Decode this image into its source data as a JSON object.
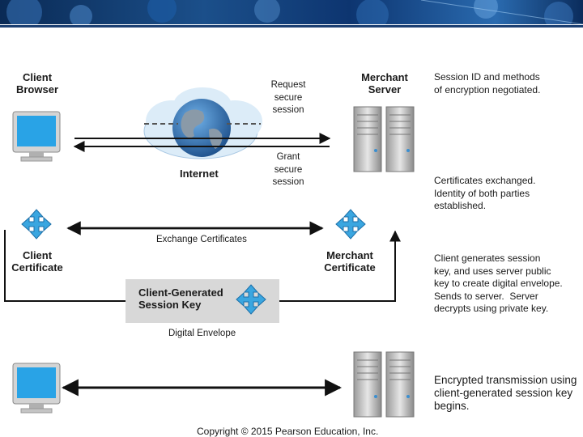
{
  "client_browser_label": "Client\nBrowser",
  "merchant_server_label": "Merchant\nServer",
  "internet_label": "Internet",
  "request_secure_session": "Request\nsecure\nsession",
  "grant_secure_session": "Grant\nsecure\nsession",
  "exchange_certificates": "Exchange Certificates",
  "client_certificate_label": "Client\nCertificate",
  "merchant_certificate_label": "Merchant\nCertificate",
  "session_key_label": "Client-Generated\nSession Key",
  "digital_envelope": "Digital Envelope",
  "notes": {
    "step1": "Session ID and methods\nof encryption negotiated.",
    "step2": "Certificates exchanged.\nIdentity of both parties\nestablished.",
    "step3": "Client generates session\nkey, and uses server public\nkey to create digital envelope.\nSends to server.  Server\ndecrypts using private key.",
    "step4": "Encrypted transmission using\nclient-generated session key\nbegins."
  },
  "copyright": "Copyright © 2015 Pearson Education, Inc.",
  "colors": {
    "banner": "#1b4f8a",
    "cert_icon": "#3aa6e0",
    "arrow": "#111111"
  }
}
